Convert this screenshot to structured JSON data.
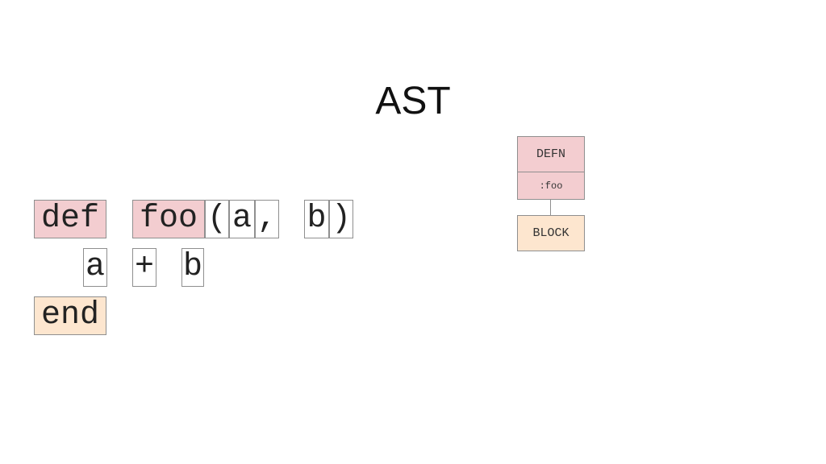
{
  "slide": {
    "title": "AST"
  },
  "code": {
    "line1": {
      "def": "def",
      "foo": "foo",
      "lparen": "(",
      "a": "a",
      "comma": ",",
      "b": "b",
      "rparen": ")"
    },
    "line2": {
      "a": "a",
      "plus": "+",
      "b": "b"
    },
    "line3": {
      "end": "end"
    }
  },
  "tree": {
    "defn_label": "DEFN",
    "name_label": ":foo",
    "block_label": "BLOCK"
  },
  "colors": {
    "defn": "#f3cdd0",
    "block": "#fde6cf",
    "border": "#8f8f8f"
  }
}
